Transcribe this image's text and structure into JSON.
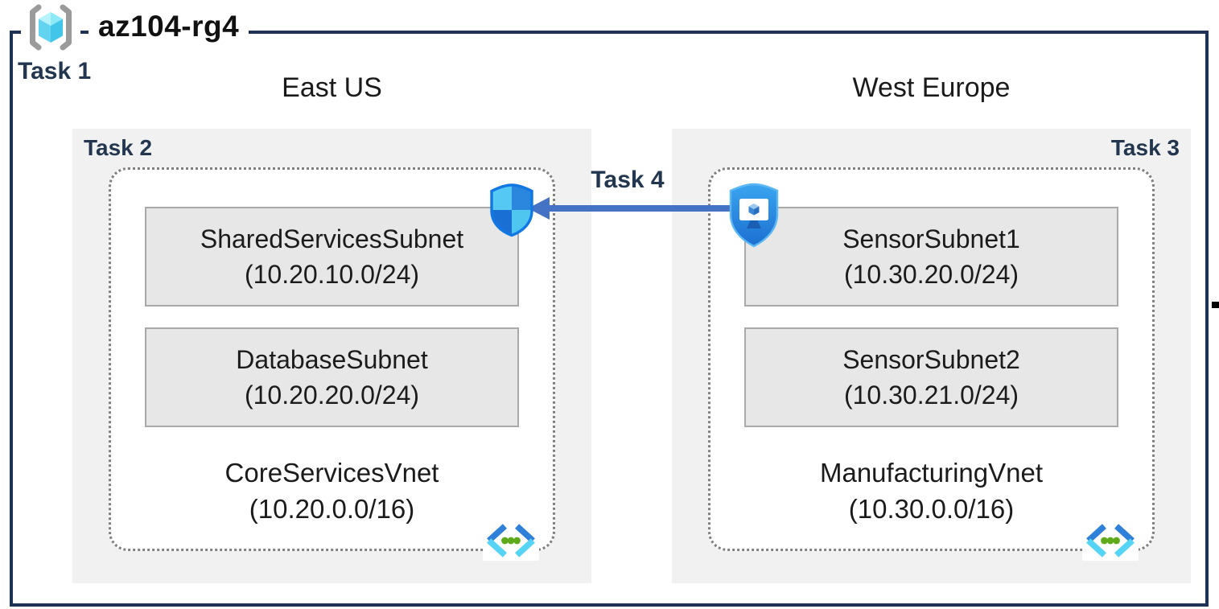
{
  "diagram": {
    "title": "az104-rg4",
    "task_labels": {
      "task1": "Task 1",
      "task2": "Task 2",
      "task3": "Task 3",
      "task4": "Task 4"
    },
    "regions": [
      {
        "name": "East US",
        "vnet": {
          "name": "CoreServicesVnet",
          "cidr": "(10.20.0.0/16)",
          "subnets": [
            {
              "name": "SharedServicesSubnet",
              "cidr": "(10.20.10.0/24)"
            },
            {
              "name": "DatabaseSubnet",
              "cidr": "(10.20.20.0/24)"
            }
          ]
        }
      },
      {
        "name": "West Europe",
        "vnet": {
          "name": "ManufacturingVnet",
          "cidr": "(10.30.0.0/16)",
          "subnets": [
            {
              "name": "SensorSubnet1",
              "cidr": "(10.30.20.0/24)"
            },
            {
              "name": "SensorSubnet2",
              "cidr": "(10.30.21.0/24)"
            }
          ]
        }
      }
    ],
    "icons": {
      "resource_group": "resource-group-icon",
      "network_security_group": "network-security-group-icon",
      "application_security_group": "application-security-group-icon",
      "virtual_network": "virtual-network-icon"
    },
    "colors": {
      "border_navy": "#1e3353",
      "task_label": "#22374f",
      "region_fill": "#f1f1f1",
      "subnet_fill": "#e7e7e7",
      "subnet_border": "#a9a9a9",
      "arrow_blue": "#4472c4",
      "vnet_dotted_border": "#7f7f7f",
      "cyan_light": "#55d4f5",
      "blue_dark": "#2e80d9",
      "green_dot": "#5faa1a"
    }
  }
}
